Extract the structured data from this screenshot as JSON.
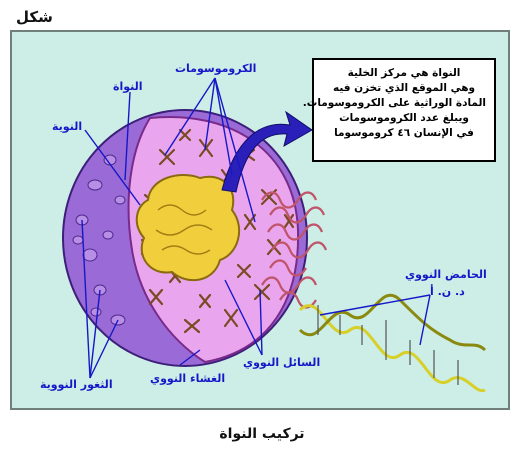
{
  "figure_word": "شكل",
  "caption": "تركيب النواة",
  "info_box": {
    "lines": [
      "النواة هي مركز الخلية",
      "وهي الموقع الذي تخزن فيه",
      "المادة الوراثية على الكروموسومات.",
      "ويبلغ عدد الكروموسومات",
      "في الإنسان ٤٦ كروموسوما"
    ]
  },
  "labels": {
    "chromosomes": "الكروموسومات",
    "nucleus": "النواة",
    "nucleolus": "النوية",
    "nuclear_acid": "الحامض النووي",
    "dna": "د. ن. أ",
    "nucleoplasm": "السائل النووي",
    "nuclear_envelope": "الغشاء النووي",
    "nuclear_pores": "الثغور النووية"
  },
  "colors": {
    "panel_bg": "#cceee6",
    "outer_membrane": "#9a6bd6",
    "inner_region": "#e9a6ee",
    "nucleolus": "#f1cf3c",
    "chromosome": "#c88a5a",
    "arrow": "#2a1fb8",
    "label": "#1717c8",
    "dna_helix": "#d7cf2a"
  }
}
